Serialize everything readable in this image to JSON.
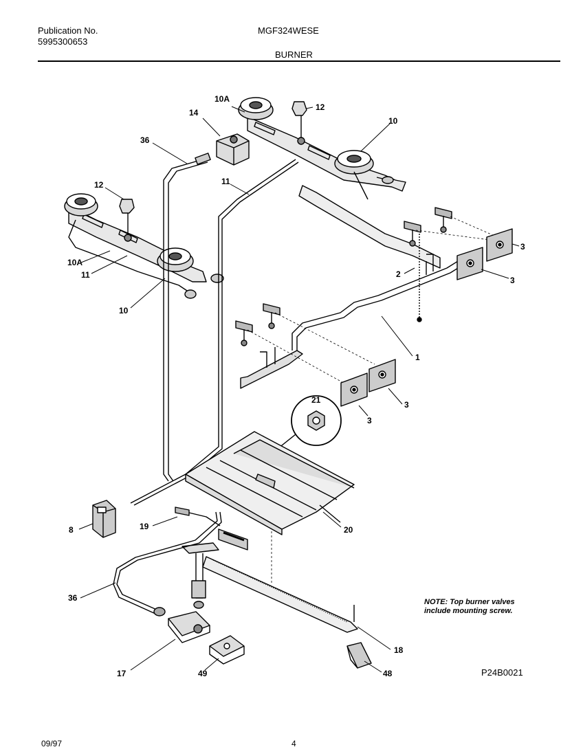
{
  "header": {
    "publication_label": "Publication No.",
    "publication_number": "5995300653",
    "model": "MGF324WESE",
    "section": "BURNER"
  },
  "diagram": {
    "callouts": [
      "10A",
      "12",
      "14",
      "36",
      "10",
      "11",
      "12",
      "10A",
      "11",
      "10",
      "3",
      "2",
      "3",
      "1",
      "3",
      "3",
      "21",
      "20",
      "8",
      "19",
      "36",
      "17",
      "49",
      "18",
      "48"
    ],
    "note": "NOTE: Top burner valves include mounting screw.",
    "part_id": "P24B0021"
  },
  "footer": {
    "date": "09/97",
    "page": "4"
  }
}
